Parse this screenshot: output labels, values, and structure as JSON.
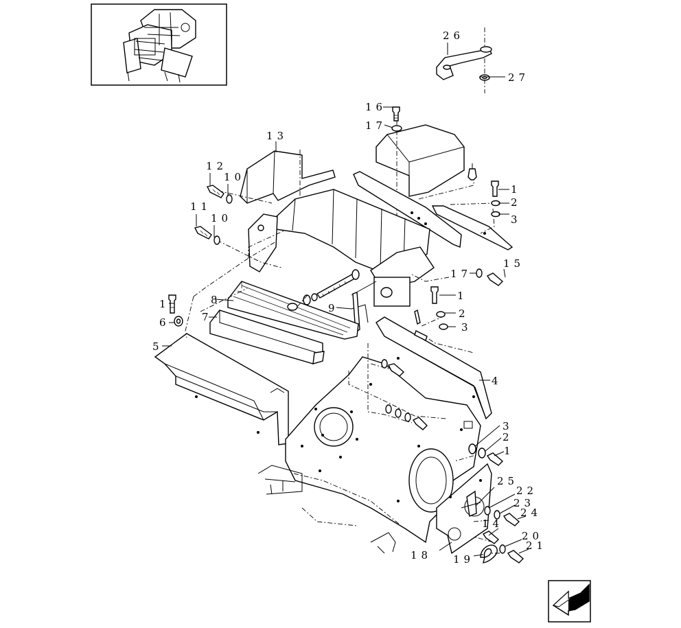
{
  "diagram": {
    "type": "exploded parts diagram",
    "callouts": [
      "1",
      "2",
      "3",
      "4",
      "5",
      "6",
      "7",
      "8",
      "9",
      "10",
      "11",
      "12",
      "13",
      "14",
      "15",
      "16",
      "17",
      "18",
      "19",
      "20",
      "21",
      "22",
      "23",
      "24",
      "25",
      "26",
      "27"
    ],
    "nav_icon": "arrow-back-icon",
    "thumbnail_icon": "machine-overview-thumbnail"
  }
}
